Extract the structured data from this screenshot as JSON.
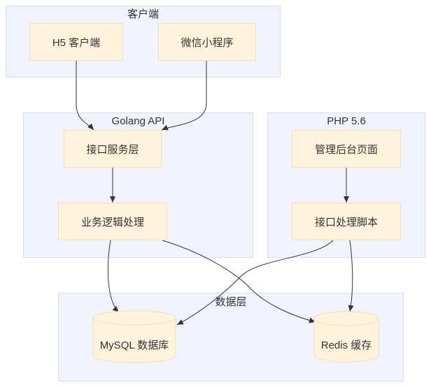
{
  "clusters": {
    "client": {
      "title": "客户端"
    },
    "golang": {
      "title": "Golang API"
    },
    "php": {
      "title": "PHP 5.6"
    },
    "data": {
      "title": "数据层"
    }
  },
  "nodes": {
    "h5": "H5 客户端",
    "wechat": "微信小程序",
    "api_layer": "接口服务层",
    "biz_logic": "业务逻辑处理",
    "admin_page": "管理后台页面",
    "api_script": "接口处理脚本",
    "mysql": "MySQL 数据库",
    "redis": "Redis 缓存"
  },
  "colors": {
    "cluster_fill": "#f0f3fb",
    "cluster_border": "#d8deef",
    "node_fill": "#fff3dc",
    "node_border": "#f3dcb2",
    "edge": "#333333"
  }
}
